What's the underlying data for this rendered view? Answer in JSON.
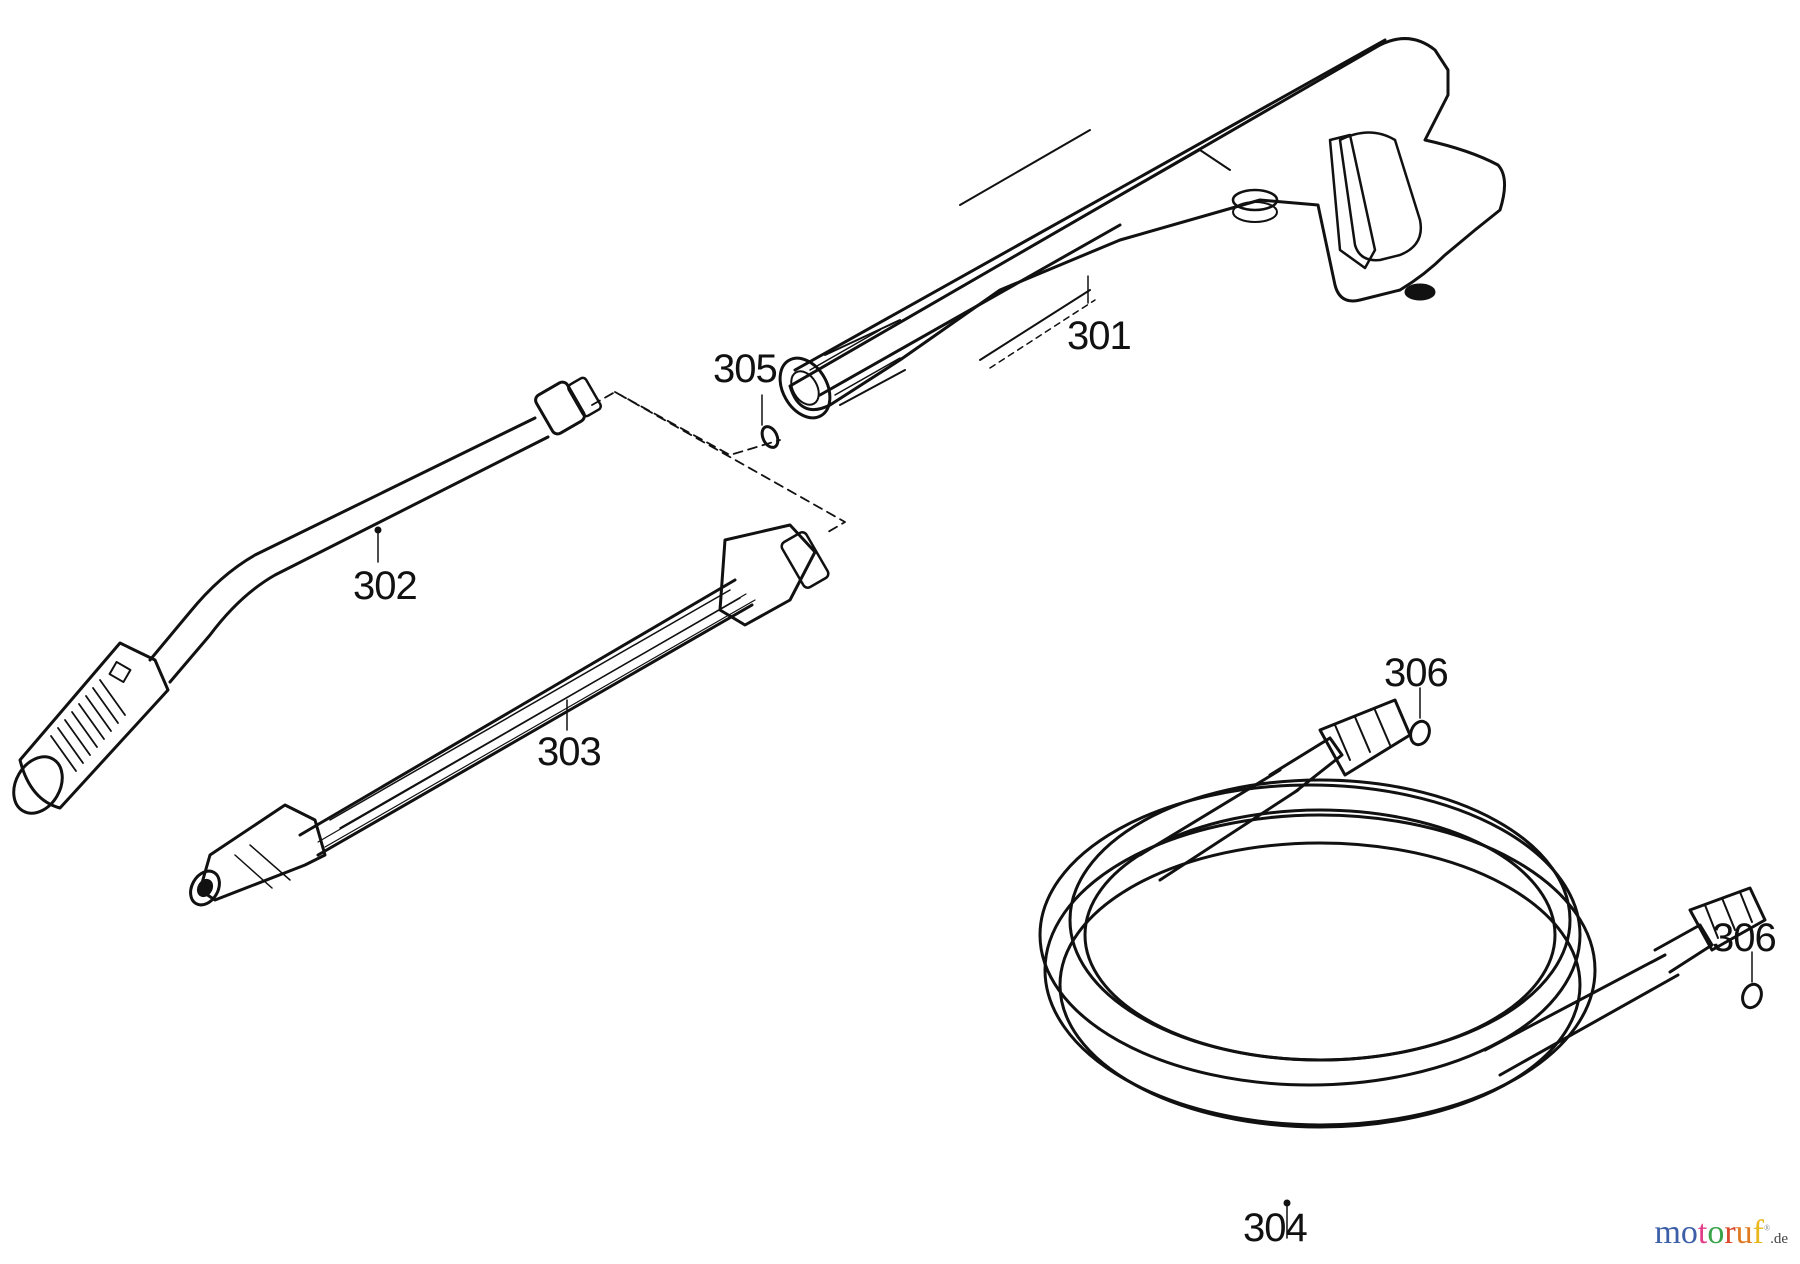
{
  "diagram": {
    "type": "exploded-parts-diagram",
    "subject": "pressure washer spray gun, lances and high-pressure hose",
    "parts": [
      {
        "id": "301",
        "label": "301",
        "description": "trigger spray gun"
      },
      {
        "id": "302",
        "label": "302",
        "description": "lance with rotary/turbo nozzle"
      },
      {
        "id": "303",
        "label": "303",
        "description": "straight lance with adjustable nozzle"
      },
      {
        "id": "304",
        "label": "304",
        "description": "high-pressure hose (coiled)"
      },
      {
        "id": "305",
        "label": "305",
        "description": "o-ring (gun outlet)"
      },
      {
        "id": "306a",
        "label": "306",
        "description": "o-ring (hose end 1)"
      },
      {
        "id": "306b",
        "label": "306",
        "description": "o-ring (hose end 2)"
      }
    ],
    "line_color": "#111111",
    "background": "#ffffff"
  },
  "watermark": {
    "letters": [
      {
        "ch": "m",
        "color": "#3d5fa8"
      },
      {
        "ch": "o",
        "color": "#3d5fa8"
      },
      {
        "ch": "t",
        "color": "#e23f8a"
      },
      {
        "ch": "o",
        "color": "#3aa34a"
      },
      {
        "ch": "r",
        "color": "#d9482a"
      },
      {
        "ch": "u",
        "color": "#e07a22"
      },
      {
        "ch": "f",
        "color": "#e8b81c"
      }
    ],
    "tld": ".de",
    "mark": "®"
  }
}
